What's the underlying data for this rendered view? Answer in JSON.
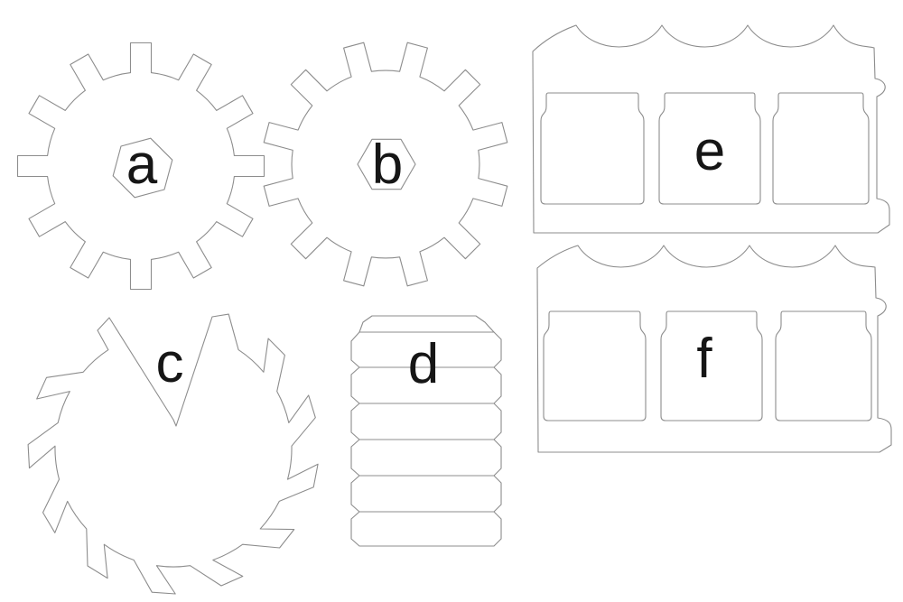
{
  "sheet": {
    "background": "#ffffff",
    "line_color": "#8d8d8d",
    "label_color": "#161616"
  },
  "parts": [
    {
      "name": "gear-a",
      "label": "a",
      "teeth": 12,
      "center_hole": "hexagon"
    },
    {
      "name": "gear-b",
      "label": "b",
      "teeth": 12,
      "center_hole": "hexagon"
    },
    {
      "name": "gear-c",
      "label": "c",
      "teeth": 13,
      "center_hole": "none",
      "notch": "v-cut to center"
    },
    {
      "name": "strip-d",
      "label": "d",
      "segments": 6,
      "end_tab": 1
    },
    {
      "name": "panel-e",
      "label": "e",
      "windows": 3,
      "scallops": 4
    },
    {
      "name": "panel-f",
      "label": "f",
      "windows": 3,
      "scallops": 4
    }
  ]
}
